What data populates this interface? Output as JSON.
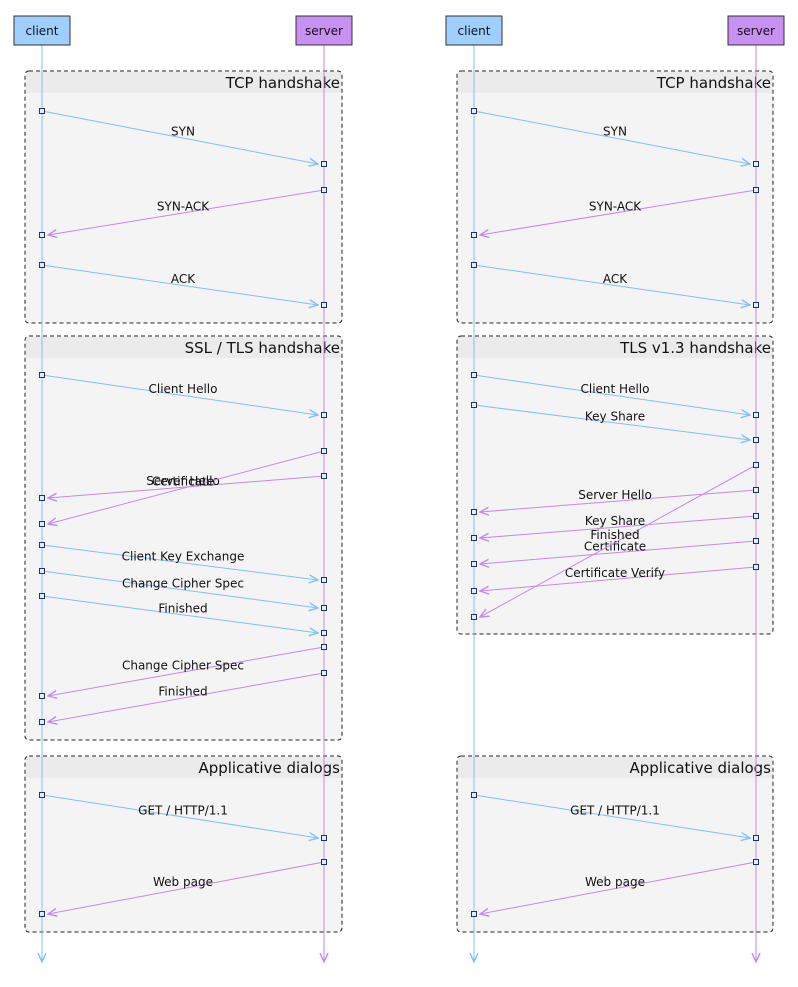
{
  "colors": {
    "client": "#7fbfff",
    "client_box": "#9fcfff",
    "server": "#c288f2",
    "server_box": "#c890f2",
    "group_bg": "#f4f4f4",
    "group_header": "#ebebeb",
    "group_border": "#222222",
    "endpoint_fill": "#dfeeff"
  },
  "diagrams": [
    {
      "actors": {
        "client": "client",
        "server": "server"
      },
      "groups": [
        {
          "title": "TCP handshake",
          "messages": [
            {
              "label": "SYN",
              "dir": "c2s"
            },
            {
              "label": "SYN-ACK",
              "dir": "s2c"
            },
            {
              "label": "ACK",
              "dir": "c2s"
            }
          ]
        },
        {
          "title": "SSL / TLS handshake",
          "messages": [
            {
              "label": "Client Hello",
              "dir": "c2s"
            },
            {
              "label": "Server Hello",
              "dir": "s2c"
            },
            {
              "label": "Certificate",
              "dir": "s2c"
            },
            {
              "label": "Client Key Exchange",
              "dir": "c2s"
            },
            {
              "label": "Change Cipher Spec",
              "dir": "c2s"
            },
            {
              "label": "Finished",
              "dir": "c2s"
            },
            {
              "label": "Change Cipher Spec",
              "dir": "s2c"
            },
            {
              "label": "Finished",
              "dir": "s2c"
            }
          ]
        },
        {
          "title": "Applicative dialogs",
          "messages": [
            {
              "label": "GET / HTTP/1.1",
              "dir": "c2s"
            },
            {
              "label": "Web page",
              "dir": "s2c"
            }
          ]
        }
      ]
    },
    {
      "actors": {
        "client": "client",
        "server": "server"
      },
      "groups": [
        {
          "title": "TCP handshake",
          "messages": [
            {
              "label": "SYN",
              "dir": "c2s"
            },
            {
              "label": "SYN-ACK",
              "dir": "s2c"
            },
            {
              "label": "ACK",
              "dir": "c2s"
            }
          ]
        },
        {
          "title": "TLS v1.3 handshake",
          "messages": [
            {
              "label": "Client Hello",
              "dir": "c2s"
            },
            {
              "label": "Key Share",
              "dir": "c2s"
            },
            {
              "label": "Server Hello",
              "dir": "s2c"
            },
            {
              "label": "Key Share",
              "dir": "s2c"
            },
            {
              "label": "Certificate",
              "dir": "s2c"
            },
            {
              "label": "Certificate Verify",
              "dir": "s2c"
            },
            {
              "label": "Finished",
              "dir": "s2c"
            }
          ]
        },
        {
          "title": "Applicative dialogs",
          "messages": [
            {
              "label": "GET / HTTP/1.1",
              "dir": "c2s"
            },
            {
              "label": "Web page",
              "dir": "s2c"
            }
          ]
        }
      ]
    }
  ]
}
